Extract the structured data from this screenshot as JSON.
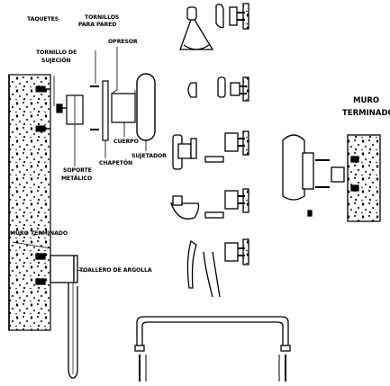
{
  "labels": {
    "taquetes": "TAQUETES",
    "tornillos_pared_1": "TORNILLOS",
    "tornillos_pared_2": "PARA PARED",
    "opresor": "OPRESOR",
    "tornillo_sujecion_1": "TORNILLO DE",
    "tornillo_sujecion_2": "SUJECIÓN",
    "soporte_metalico_1": "SOPORTE",
    "soporte_metalico_2": "METÁLICO",
    "chapeton": "CHAPETÓN",
    "cuerpo": "CUERPO",
    "sujetador": "SUJETADOR",
    "muro_terminado_left": "MURO TERMINADO",
    "toallero_argolla": "TOALLERO DE ARGOLLA",
    "muro_terminado_right_1": "MURO",
    "muro_terminado_right_2": "TERMINADO"
  },
  "components": [
    "wall-section-left",
    "towel-ring-assembly",
    "exploded-parts",
    "towel-ring-accessory",
    "robe-hook-accessory",
    "tumbler-holder-accessory",
    "soap-dish-accessory",
    "paper-holder-accessory",
    "towel-bar-accessory",
    "wall-section-right-assembly"
  ]
}
